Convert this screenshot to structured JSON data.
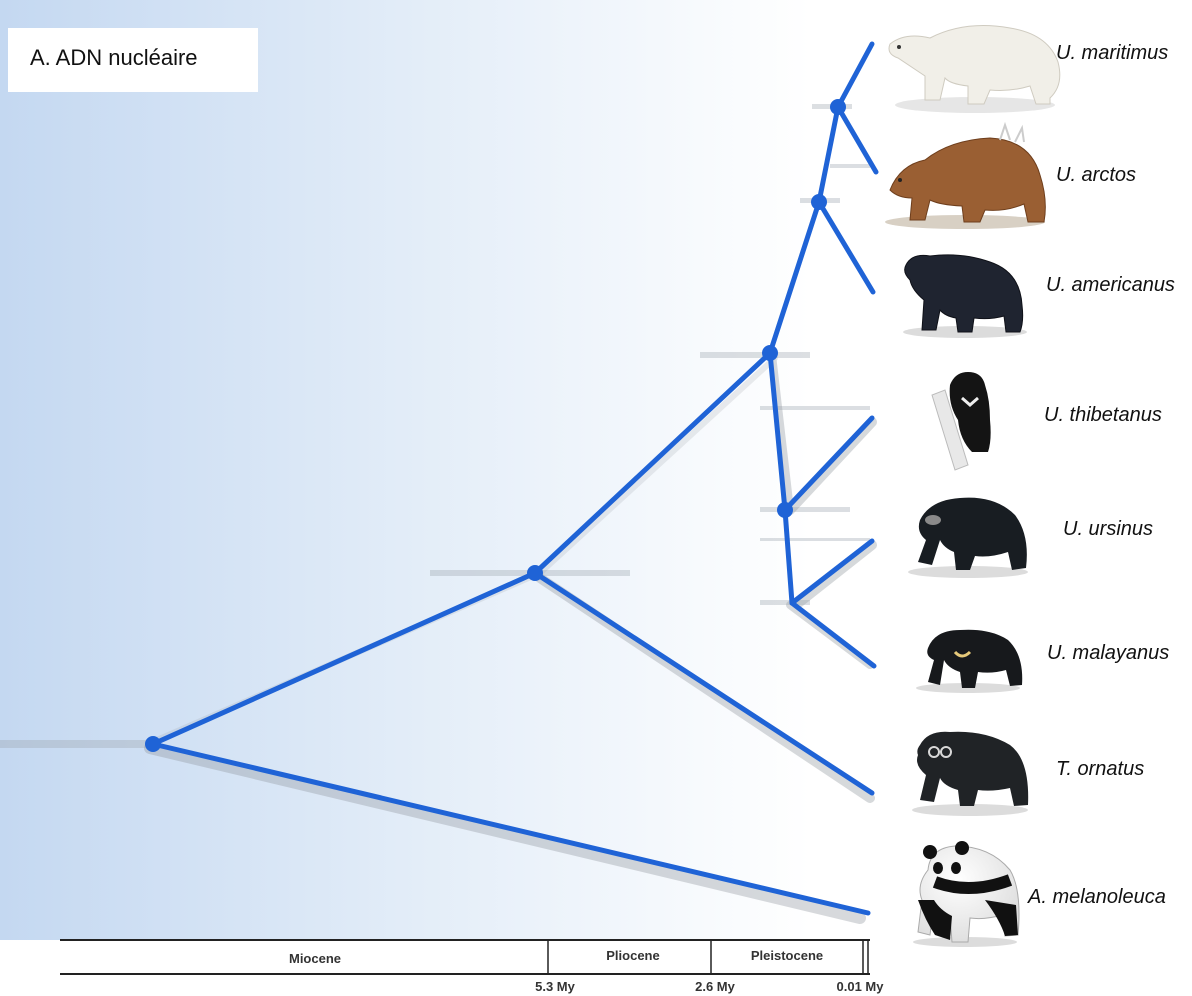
{
  "title": "A. ADN nucléaire",
  "colors": {
    "branch": "#1f63d6",
    "background_gradient": "#c8dbf2",
    "shadow": "#8d939b"
  },
  "species": [
    {
      "id": "maritimus",
      "label": "U. maritimus",
      "image": "polar-bear-image"
    },
    {
      "id": "arctos",
      "label": "U. arctos",
      "image": "brown-bear-image"
    },
    {
      "id": "americanus",
      "label": "U. americanus",
      "image": "american-black-bear-image"
    },
    {
      "id": "thibetanus",
      "label": "U. thibetanus",
      "image": "asiatic-black-bear-image"
    },
    {
      "id": "ursinus",
      "label": "U. ursinus",
      "image": "sloth-bear-image"
    },
    {
      "id": "malayanus",
      "label": "U. malayanus",
      "image": "sun-bear-image"
    },
    {
      "id": "ornatus",
      "label": "T. ornatus",
      "image": "spectacled-bear-image"
    },
    {
      "id": "melanoleuca",
      "label": "A. melanoleuca",
      "image": "giant-panda-image"
    }
  ],
  "timescale": {
    "epochs": [
      "Miocene",
      "Pliocene",
      "Pleistocene"
    ],
    "ticks": [
      "5.3 My",
      "2.6 My",
      "0.01 My"
    ]
  }
}
